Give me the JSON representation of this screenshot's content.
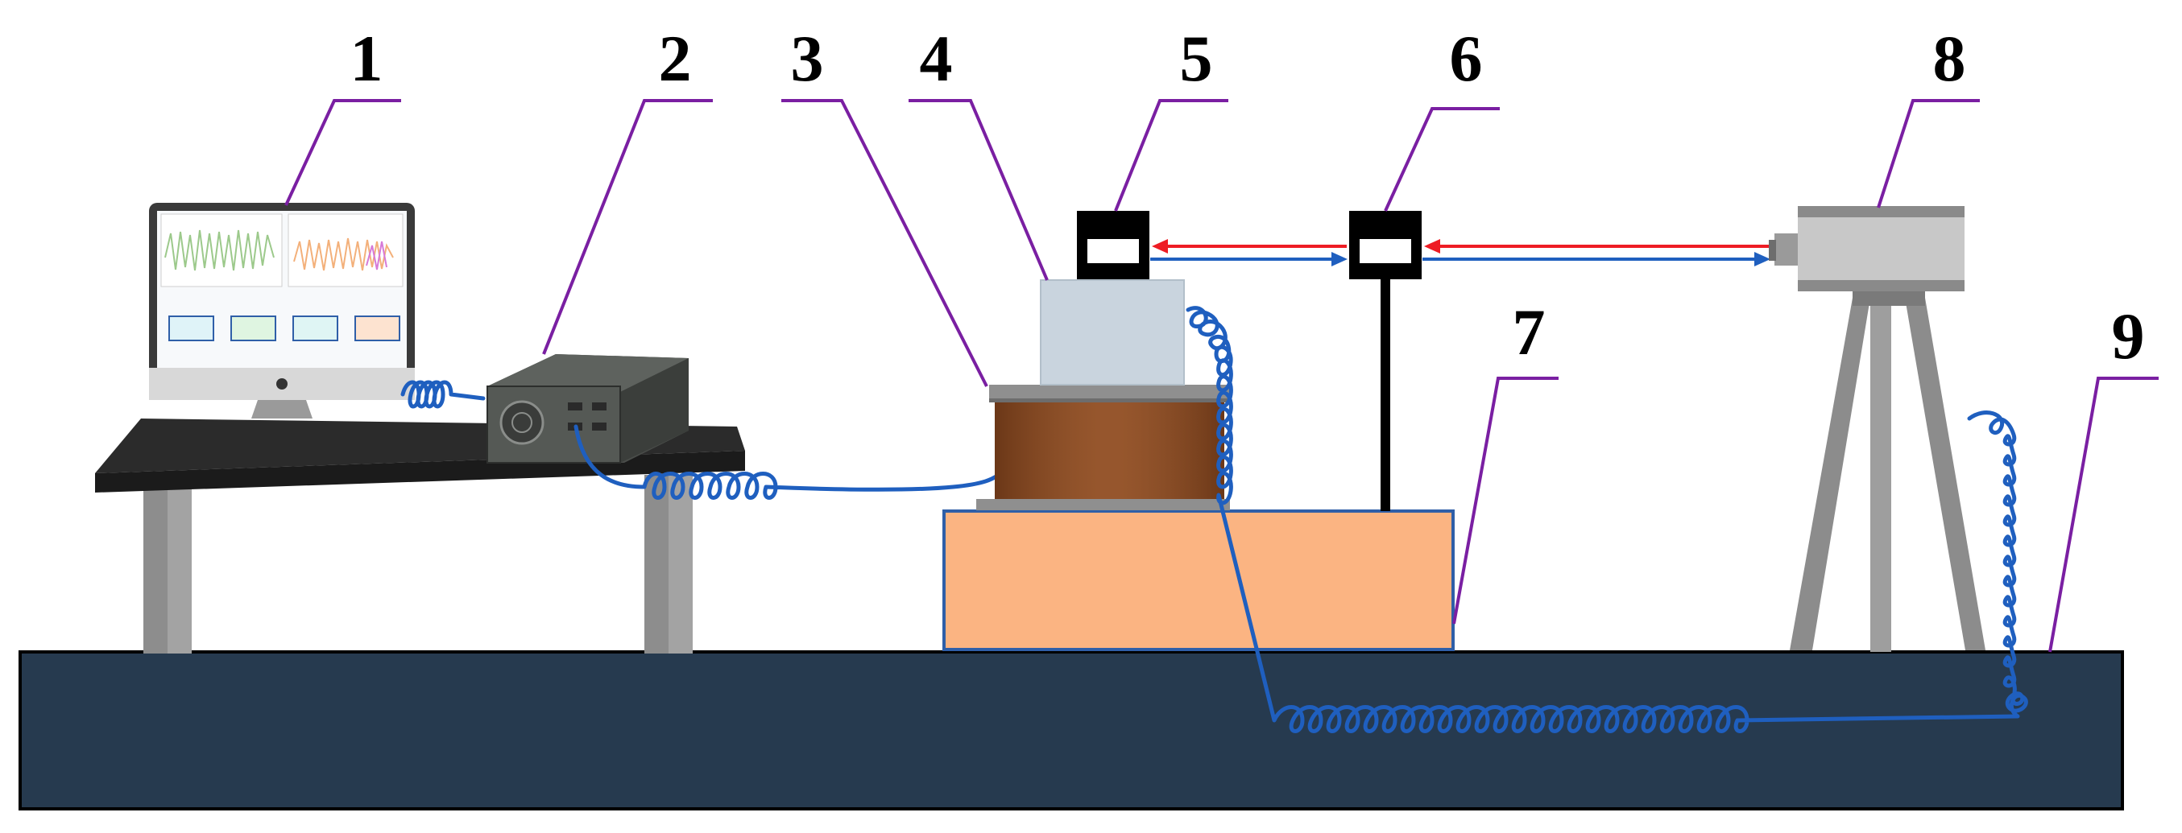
{
  "callouts": {
    "c1": "1",
    "c2": "2",
    "c3": "3",
    "c4": "4",
    "c5": "5",
    "c6": "6",
    "c7": "7",
    "c8": "8",
    "c9": "9"
  },
  "colors": {
    "leader": "#7a1fa2",
    "cable": "#1f5fbf",
    "floor": "#263a4f",
    "platform": "#fbb482",
    "platform_border": "#2f5fa8",
    "coil": "#8a4b24",
    "laser_red": "#ee1c24",
    "laser_blue": "#1f5fbf",
    "table": "#2b2b2b",
    "camera": "#c8c8c8",
    "tripod": "#8c8c8c"
  },
  "icons": {
    "computer": "monitor-icon",
    "controller": "signal-generator-icon",
    "shaker": "electromagnetic-shaker-icon",
    "specimen": "specimen-block-icon",
    "sensor_a": "laser-sensor-icon",
    "sensor_b": "laser-sensor-icon",
    "base": "platform-block-icon",
    "camera": "high-speed-camera-icon",
    "cable": "coiled-cable-icon"
  },
  "monitor_panels": [
    "#dff3f8",
    "#dff5e1",
    "#dff5f4",
    "#fde3d0"
  ]
}
